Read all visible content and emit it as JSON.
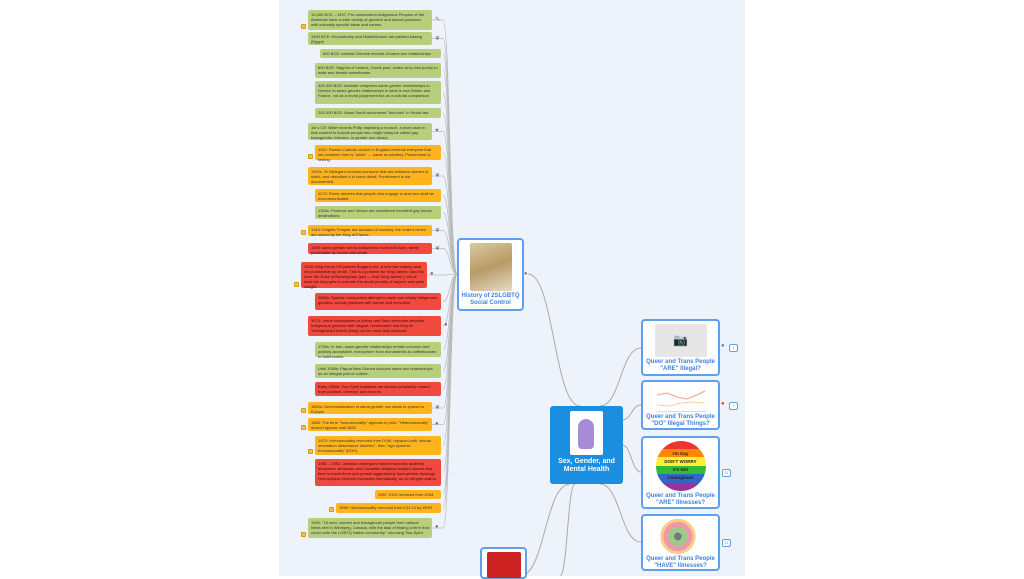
{
  "central": {
    "title": "Sex, Gender, and Mental Health"
  },
  "history": {
    "title": "History of 2SLGBTQ Social Control"
  },
  "right_nodes": [
    {
      "title": "Queer and Trans People \"ARE\" Illegal?",
      "badge": "1"
    },
    {
      "title": "Queer and Trans People \"DO\" Illegal Things?",
      "badge": "1"
    },
    {
      "title": "Queer and Trans People \"ARE\" Illnesses?",
      "badge": "11",
      "image_text": [
        "I'm Gay",
        "DON'T WORRY",
        "It's Not",
        "Contagious!"
      ]
    },
    {
      "title": "Queer and Trans People \"HAVE\" Illnesses?",
      "badge": "11"
    }
  ],
  "timeline": [
    {
      "text": "12,000 BCE – 1497: Pre-colonization Indigenous Peoples of the Americas have a wide variety of genders and sexual practices, with culturally specific ideas and names.",
      "color": "green"
    },
    {
      "text": "3400 BCE: Khnumhotep and Niankhkhnum are painted kissing (Egypt)",
      "color": "green"
    },
    {
      "text": "600 BCE: earliest Chinese records of same-sex relationships",
      "color": "green"
    },
    {
      "text": "600 BCE: Sappho of Lesbos, Greek poet, writes sexy love poetry to male and female sweethearts",
      "color": "green"
    },
    {
      "text": "400-300 BCE: Aristotle compares same-gender relationships in Greece to same-gender relationships in what is now Britain and France, not as a moral judgement but as a cultural comparison",
      "color": "green"
    },
    {
      "text": "200-300 BCE: Manu Smriti documents \"third sex\" in Hindu law",
      "color": "green"
    },
    {
      "text": "1st c CE: Bible records Philip baptizing a eunuch, a word used in that context to include people who might today be called gay, transgender, intersex, or gender non-binary",
      "color": "green"
    },
    {
      "text": "1102: Roman Catholic church in England reminds everyone that sex between men is \"sinful\" — same as adultery. Punishment is fasting.",
      "color": "orange"
    },
    {
      "text": "1100s: St Hildegard reminds everyone that sex between women is sinful, and describes it in some detail. Punishment is not documented.",
      "color": "orange"
    },
    {
      "text": "1179: Rome decrees that people who engage in anal sex shall be excommunicated.",
      "color": "orange"
    },
    {
      "text": "1300s: Florence and Venice are considered excellent gay tourist destinations.",
      "color": "green"
    },
    {
      "text": "1314: Knights Templar are accused of sodomy; the order's riches are seized by the King of France.",
      "color": "orange"
    },
    {
      "text": "1350: same-gender sex is outlawed in most of Europe, rarely punishable by torture and death.",
      "color": "red"
    },
    {
      "text": "1533: King Henry VIII passes Buggery Act, a new law making anal sex punishable by death. This is a problem for King James I and his lover the Duke of Buckingham (yes — that \"king James\"), but at least the king gets to override the death penalty of anyone who gets caught.",
      "color": "red"
    },
    {
      "text": "1600s: Spanish conquerors attempt to crush non-binary Indigenous genders, sexual practices with torture and execution",
      "color": "red"
    },
    {
      "text": "1674: Jesuit missionaries in Illinois and Sauk territories describe Indigenous genders with disgust, recommend that they be \"extinguished before [they] can be more fully resolved.\"",
      "color": "red"
    },
    {
      "text": "1700s: In Iran, same-gender relationships remain common and publicly acceptable, everywhere from monasteries to coffeehouses to bathhouses.",
      "color": "green"
    },
    {
      "text": "Until 1930s: Papua New Guinea includes same-sex relationships as an integral part of culture.",
      "color": "green"
    },
    {
      "text": "Early 1900s: Two-Spirit traditions are almost completely erased from practice, memory, and records",
      "color": "red"
    },
    {
      "text": "1800s: Decriminalization of same-gender sex starts to spread in Europe",
      "color": "orange"
    },
    {
      "text": "1868: The term \"homosexuality\" appears in print. \"Heterosexuality\" doesn't appear until 1892.",
      "color": "orange"
    },
    {
      "text": "1973: Homosexuality removed from DSM, replaced with \"sexual orientation disturbance disorder\", then \"ego dystonic homosexuality\" (EDH).",
      "color": "orange"
    },
    {
      "text": "1981 – 1991: Jamaica undergoes forced economic austerity measures. American and Canadian religious leaders choose that time to travel there and preach aggressively homophobic theology. Homophobic violence increases dramatically, as do refugee claims.",
      "color": "red"
    },
    {
      "text": "1987: EDH removed from DSM.",
      "color": "orange"
    },
    {
      "text": "1990: Homosexuality removed from ICD-10 by WHO",
      "color": "orange"
    },
    {
      "text": "1990: \"15 men, women and transgender people from various tribes met in Winnipeg, Canada, with the task of finding a term that could unite the LGBTQ Native community,\" choosing Two-Spirit.",
      "color": "green"
    }
  ]
}
